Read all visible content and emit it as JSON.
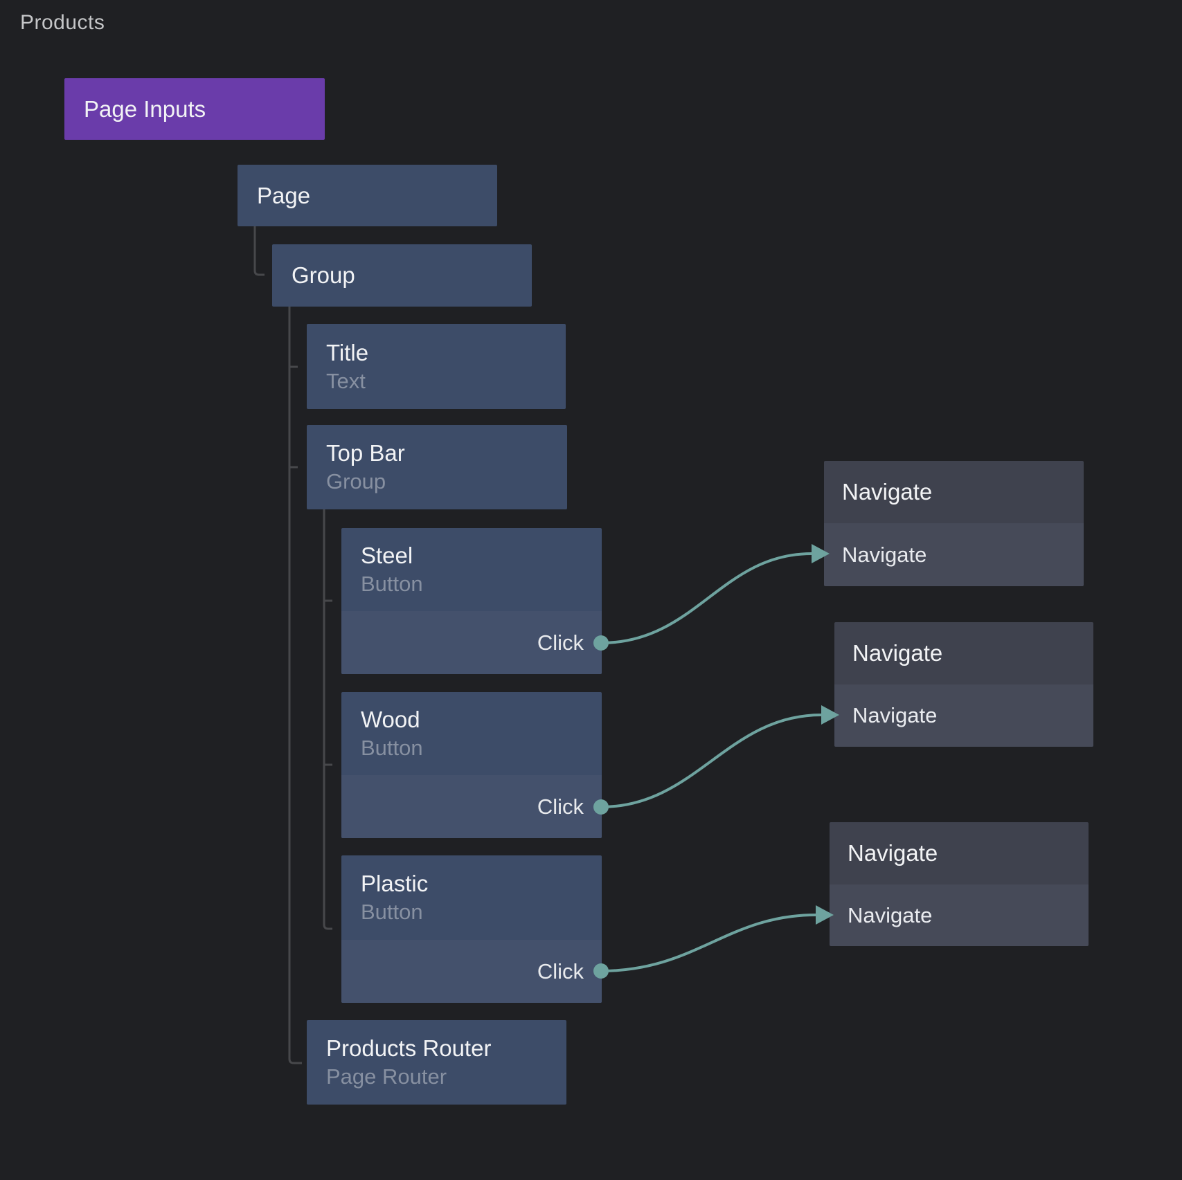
{
  "page_title": "Products",
  "colors": {
    "background": "#1f2023",
    "node_blue": "#3d4c68",
    "node_blue_action_row": "#44516c",
    "accent_purple": "#6a3caa",
    "action_box_header": "#3f424e",
    "action_box_body": "#464a58",
    "connector_teal": "#6ea39f",
    "tree_line_gray": "#47484b"
  },
  "tree": {
    "page_inputs": {
      "title": "Page Inputs"
    },
    "page": {
      "title": "Page"
    },
    "group": {
      "title": "Group"
    },
    "title_node": {
      "title": "Title",
      "subtitle": "Text"
    },
    "top_bar": {
      "title": "Top Bar",
      "subtitle": "Group"
    },
    "steel": {
      "title": "Steel",
      "subtitle": "Button",
      "event": "Click"
    },
    "wood": {
      "title": "Wood",
      "subtitle": "Button",
      "event": "Click"
    },
    "plastic": {
      "title": "Plastic",
      "subtitle": "Button",
      "event": "Click"
    },
    "products_router": {
      "title": "Products Router",
      "subtitle": "Page Router"
    }
  },
  "actions": [
    {
      "title": "Navigate",
      "body": "Navigate"
    },
    {
      "title": "Navigate",
      "body": "Navigate"
    },
    {
      "title": "Navigate",
      "body": "Navigate"
    }
  ]
}
